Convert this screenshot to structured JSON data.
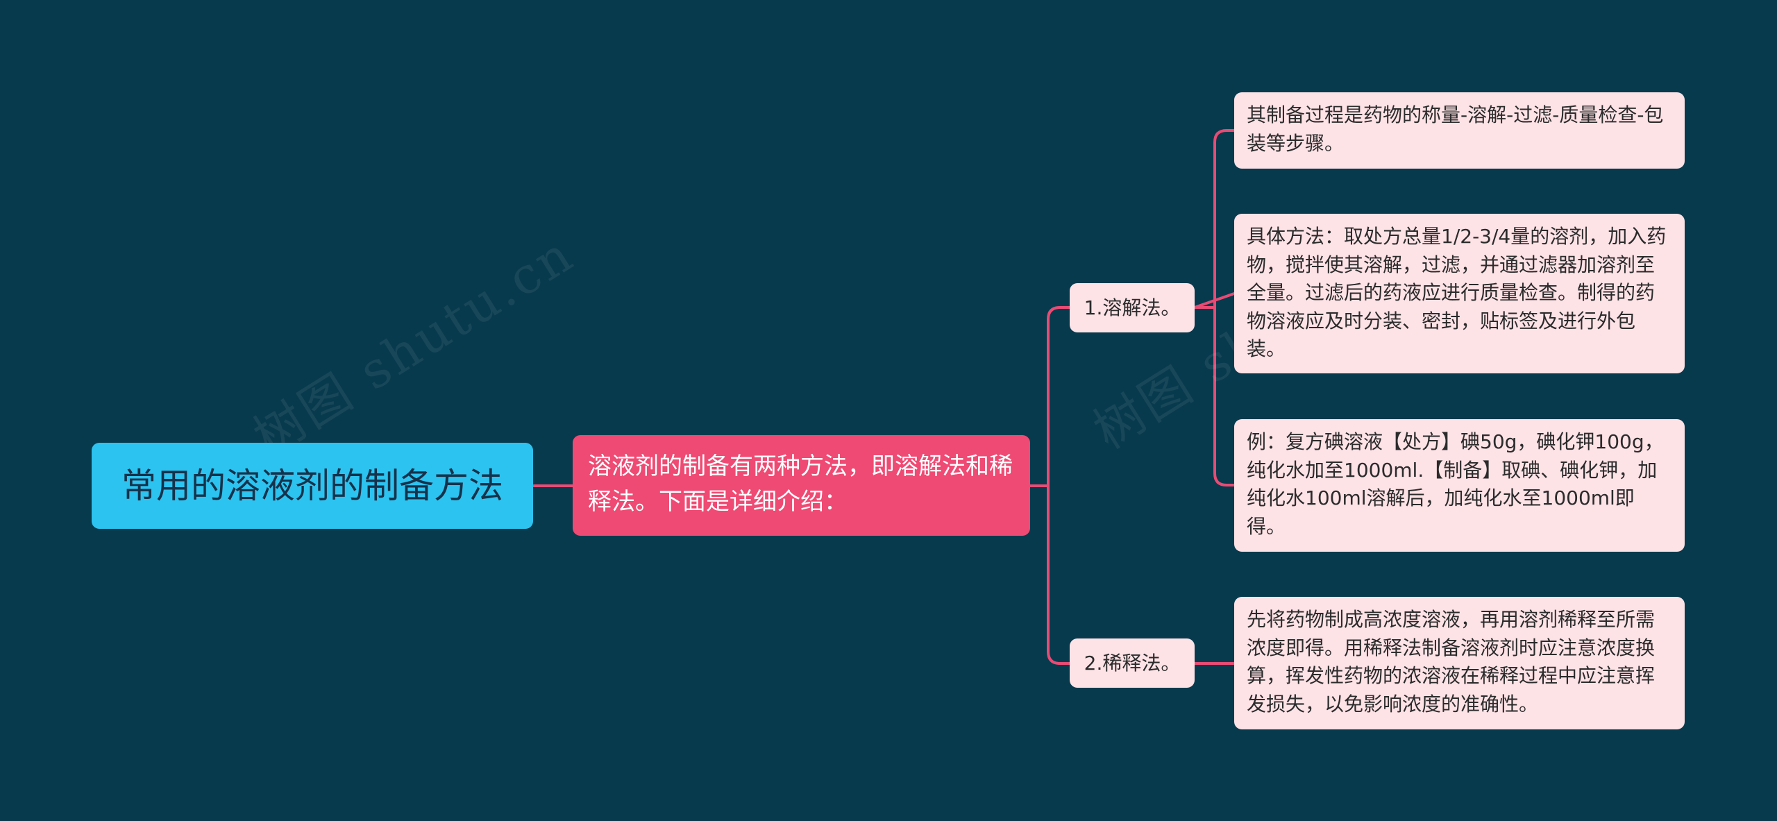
{
  "colors": {
    "background": "#073a4d",
    "root": "#2cc3f0",
    "main": "#ef4a73",
    "leaf": "#fde2e6",
    "connector": "#e84b74"
  },
  "root": {
    "label": "常用的溶液剂的制备方法"
  },
  "main": {
    "label": "溶液剂的制备有两种方法，即溶解法和稀释法。下面是详细介绍："
  },
  "branches": [
    {
      "label": "1.溶解法。",
      "details": [
        "其制备过程是药物的称量-溶解-过滤-质量检查-包装等步骤。",
        "具体方法：取处方总量1/2-3/4量的溶剂，加入药物，搅拌使其溶解，过滤，并通过滤器加溶剂至全量。过滤后的药液应进行质量检查。制得的药物溶液应及时分装、密封，贴标签及进行外包装。",
        "例：复方碘溶液【处方】碘50g，碘化钾100g，纯化水加至1000ml.【制备】取碘、碘化钾，加纯化水100ml溶解后，加纯化水至1000ml即得。"
      ]
    },
    {
      "label": "2.稀释法。",
      "details": [
        "先将药物制成高浓度溶液，再用溶剂稀释至所需浓度即得。用稀释法制备溶液剂时应注意浓度换算，挥发性药物的浓溶液在稀释过程中应注意挥发损失，以免影响浓度的准确性。"
      ]
    }
  ],
  "watermark": "树图 shutu.cn"
}
